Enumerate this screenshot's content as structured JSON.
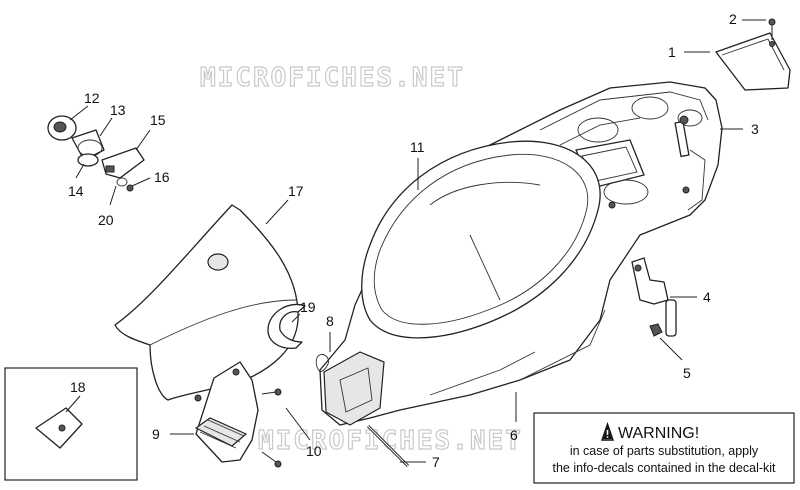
{
  "watermark": "MICROFICHES.NET",
  "callouts": {
    "c1": "1",
    "c2": "2",
    "c3": "3",
    "c4": "4",
    "c5": "5",
    "c6": "6",
    "c7": "7",
    "c8": "8",
    "c9": "9",
    "c10": "10",
    "c11": "11",
    "c12": "12",
    "c13": "13",
    "c14": "14",
    "c15": "15",
    "c16": "16",
    "c17": "17",
    "c18": "18",
    "c19": "19",
    "c20": "20"
  },
  "warning": {
    "icon": "warning-triangle-icon",
    "title": "WARNING!",
    "line1": "in case of parts substitution, apply",
    "line2": "the info-decals contained in the decal-kit"
  }
}
